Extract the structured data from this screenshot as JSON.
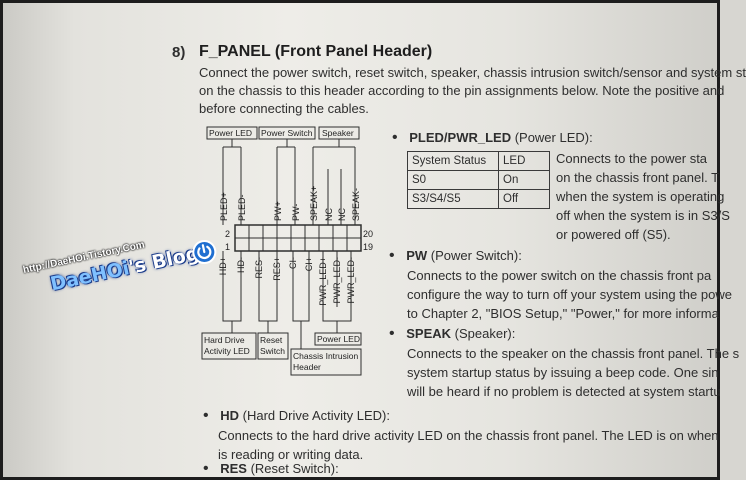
{
  "section": {
    "number": "8)",
    "title": "F_PANEL (Front Panel Header)",
    "intro": [
      "Connect the power switch, reset switch, speaker, chassis intrusion switch/sensor and system st",
      "on the chassis to this header according to the pin assignments below. Note the positive and",
      "before connecting the cables."
    ]
  },
  "diagram": {
    "top_labels": {
      "power_led": "Power LED",
      "power_switch": "Power Switch",
      "speaker": "Speaker"
    },
    "top_pins": [
      "PLED+",
      "PLED-",
      "PW+",
      "PW-",
      "SPEAK+",
      "NC",
      "NC",
      "SPEAK-"
    ],
    "bottom_pins": [
      "HD+",
      "HD-",
      "RES-",
      "RES+",
      "CI-",
      "CI+",
      "PWR_LED+",
      "PWR_LED-",
      "PWR_LED-"
    ],
    "pin_numbers": {
      "top_left": "2",
      "bottom_left": "1",
      "top_right": "20",
      "bottom_right": "19"
    },
    "bottom_labels": {
      "hd_line1": "Hard Drive",
      "hd_line2": "Activity LED",
      "reset_line1": "Reset",
      "reset_line2": "Switch",
      "ci_line1": "Chassis Intrusion",
      "ci_line2": "Header",
      "power_led": "Power LED"
    }
  },
  "pled": {
    "bullet": "•",
    "name": "PLED/PWR_LED",
    "suffix": " (Power LED):",
    "table_header": [
      "System Status",
      "LED"
    ],
    "table_rows": [
      [
        "S0",
        "On"
      ],
      [
        "S3/S4/S5",
        "Off"
      ]
    ],
    "desc": [
      "Connects to the power sta",
      "on the chassis front panel. T",
      "when the system is operating",
      "off when the system is in S3/S",
      "or powered off (S5)."
    ]
  },
  "pw": {
    "bullet": "•",
    "name": "PW",
    "suffix": " (Power Switch):",
    "desc": [
      "Connects to the power switch on the chassis front pa",
      "configure the way to turn off your system using the powe",
      "to Chapter 2, \"BIOS Setup,\" \"Power,\" for more informa"
    ]
  },
  "speak": {
    "bullet": "•",
    "name": "SPEAK",
    "suffix": " (Speaker):",
    "desc": [
      "Connects to the speaker on the chassis front panel. The s",
      "system startup status by issuing a beep code. One sin",
      "will be heard if no problem is detected at system startu"
    ]
  },
  "hd": {
    "bullet": "•",
    "name": "HD",
    "suffix": " (Hard Drive Activity LED):",
    "desc": [
      "Connects to the hard drive activity LED on the chassis front panel. The LED is on when",
      "is reading or writing data."
    ]
  },
  "res": {
    "bullet": "•",
    "name": "RES",
    "suffix": " (Reset Switch):"
  },
  "watermark": {
    "url": "http://DaeHOi.Tistory.Com",
    "blog_name": "DaeHOi",
    "blog_suffix": "'s Blog"
  },
  "colors": {
    "ink": "#2e2e2e",
    "paper": "#eeede8",
    "watermark_blue": "#1f6fd1"
  }
}
